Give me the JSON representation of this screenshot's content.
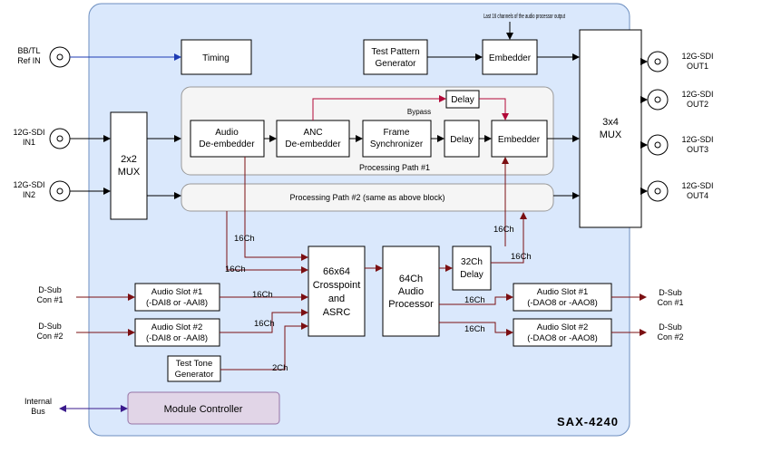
{
  "title": "SAX-4240",
  "note": "Last 16 channels of the audio processor output",
  "blocks": {
    "timing": "Timing",
    "test_pattern": [
      "Test Pattern",
      "Generator"
    ],
    "embedder_top": "Embedder",
    "mux_3x4": [
      "3x4",
      "MUX"
    ],
    "mux_2x2": [
      "2x2",
      "MUX"
    ],
    "audio_deembedder": [
      "Audio",
      "De-embedder"
    ],
    "anc_deembedder": [
      "ANC",
      "De-embedder"
    ],
    "frame_sync": [
      "Frame",
      "Synchronizer"
    ],
    "delay_small": "Delay",
    "delay_bypass": "Delay",
    "bypass_label": "Bypass",
    "embedder_path": "Embedder",
    "path1_label": "Processing Path #1",
    "path2_label": "Processing Path #2 (same as above block)",
    "crosspoint": [
      "66x64",
      "Crosspoint",
      "and",
      "ASRC"
    ],
    "audio_processor": [
      "64Ch",
      "Audio",
      "Processor"
    ],
    "delay_32": [
      "32Ch",
      "Delay"
    ],
    "audio_slot_in1": [
      "Audio Slot #1",
      "(-DAI8 or -AAI8)"
    ],
    "audio_slot_in2": [
      "Audio Slot #2",
      "(-DAI8 or -AAI8)"
    ],
    "audio_slot_out1": [
      "Audio Slot #1",
      "(-DAO8 or -AAO8)"
    ],
    "audio_slot_out2": [
      "Audio Slot #2",
      "(-DAO8 or -AAO8)"
    ],
    "test_tone": [
      "Test Tone",
      "Generator"
    ],
    "module_controller": "Module Controller"
  },
  "ports": {
    "ref_in": [
      "BB/TL",
      "Ref IN"
    ],
    "in1": [
      "12G-SDI",
      "IN1"
    ],
    "in2": [
      "12G-SDI",
      "IN2"
    ],
    "out1": [
      "12G-SDI",
      "OUT1"
    ],
    "out2": [
      "12G-SDI",
      "OUT2"
    ],
    "out3": [
      "12G-SDI",
      "OUT3"
    ],
    "out4": [
      "12G-SDI",
      "OUT4"
    ],
    "dsub_in1": [
      "D-Sub",
      "Con #1"
    ],
    "dsub_in2": [
      "D-Sub",
      "Con #2"
    ],
    "dsub_out1": [
      "D-Sub",
      "Con #1"
    ],
    "dsub_out2": [
      "D-Sub",
      "Con #2"
    ],
    "internal_bus": [
      "Internal",
      "Bus"
    ]
  },
  "channel_labels": {
    "ch16_a": "16Ch",
    "ch16_b": "16Ch",
    "ch16_slot1": "16Ch",
    "ch16_slot2": "16Ch",
    "ch2_tone": "2Ch",
    "ch16_out1": "16Ch",
    "ch16_out2": "16Ch",
    "ch16_to_embed": "16Ch",
    "ch16_delay_out": "16Ch"
  },
  "colors": {
    "panel_fill": "#dae8fc",
    "panel_stroke": "#6c8ebf",
    "audio_line": "#7b0f12",
    "bypass_line": "#b20838",
    "ref_line": "#1d3bb3",
    "bus_line": "#3a1a8c",
    "controller_fill": "#e1d5e7",
    "controller_stroke": "#9673a6"
  }
}
